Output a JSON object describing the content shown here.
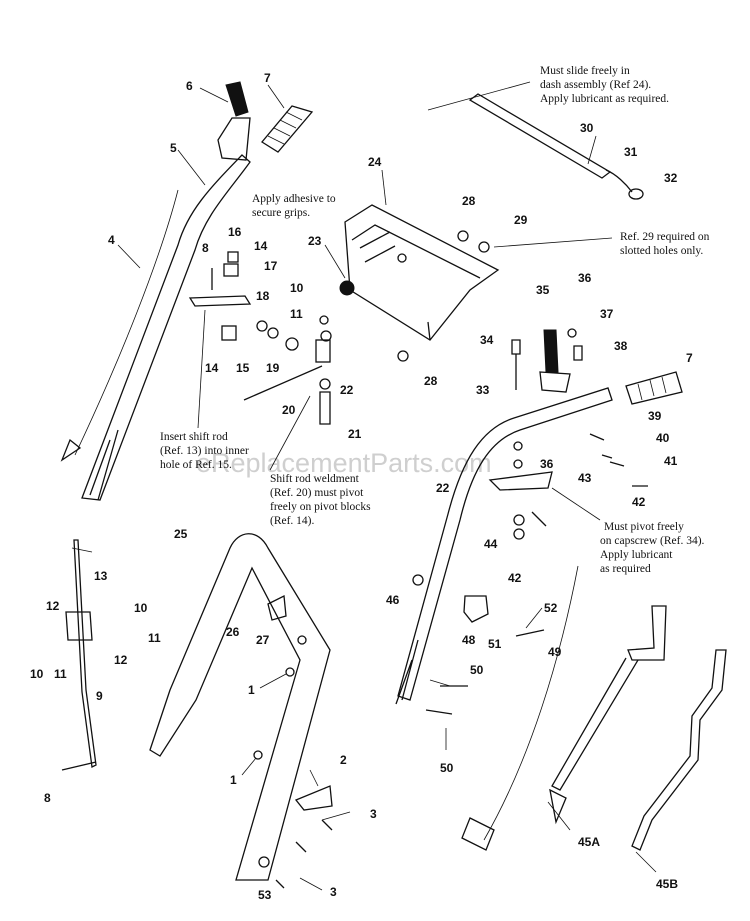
{
  "watermark": "eReplacementParts.com",
  "callouts": [
    {
      "id": "c6",
      "text": "6"
    },
    {
      "id": "c7a",
      "text": "7"
    },
    {
      "id": "c5",
      "text": "5"
    },
    {
      "id": "c4",
      "text": "4"
    },
    {
      "id": "c8a",
      "text": "8"
    },
    {
      "id": "c16",
      "text": "16"
    },
    {
      "id": "c14a",
      "text": "14"
    },
    {
      "id": "c17",
      "text": "17"
    },
    {
      "id": "c18",
      "text": "18"
    },
    {
      "id": "c14b",
      "text": "14"
    },
    {
      "id": "c15",
      "text": "15"
    },
    {
      "id": "c19",
      "text": "19"
    },
    {
      "id": "c10a",
      "text": "10"
    },
    {
      "id": "c11a",
      "text": "11"
    },
    {
      "id": "c22a",
      "text": "22"
    },
    {
      "id": "c20",
      "text": "20"
    },
    {
      "id": "c21",
      "text": "21"
    },
    {
      "id": "c24",
      "text": "24"
    },
    {
      "id": "c23",
      "text": "23"
    },
    {
      "id": "c28a",
      "text": "28"
    },
    {
      "id": "c29",
      "text": "29"
    },
    {
      "id": "c28b",
      "text": "28"
    },
    {
      "id": "c30",
      "text": "30"
    },
    {
      "id": "c31",
      "text": "31"
    },
    {
      "id": "c32",
      "text": "32"
    },
    {
      "id": "c36a",
      "text": "36"
    },
    {
      "id": "c35",
      "text": "35"
    },
    {
      "id": "c37",
      "text": "37"
    },
    {
      "id": "c34",
      "text": "34"
    },
    {
      "id": "c38",
      "text": "38"
    },
    {
      "id": "c7b",
      "text": "7"
    },
    {
      "id": "c33",
      "text": "33"
    },
    {
      "id": "c39",
      "text": "39"
    },
    {
      "id": "c40",
      "text": "40"
    },
    {
      "id": "c41",
      "text": "41"
    },
    {
      "id": "c36b",
      "text": "36"
    },
    {
      "id": "c43",
      "text": "43"
    },
    {
      "id": "c42a",
      "text": "42"
    },
    {
      "id": "c22b",
      "text": "22"
    },
    {
      "id": "c44",
      "text": "44"
    },
    {
      "id": "c42b",
      "text": "42"
    },
    {
      "id": "c25",
      "text": "25"
    },
    {
      "id": "c13",
      "text": "13"
    },
    {
      "id": "c12a",
      "text": "12"
    },
    {
      "id": "c10b",
      "text": "10"
    },
    {
      "id": "c11b",
      "text": "11"
    },
    {
      "id": "c12b",
      "text": "12"
    },
    {
      "id": "c10c",
      "text": "10"
    },
    {
      "id": "c11c",
      "text": "11"
    },
    {
      "id": "c9",
      "text": "9"
    },
    {
      "id": "c8b",
      "text": "8"
    },
    {
      "id": "c26",
      "text": "26"
    },
    {
      "id": "c27",
      "text": "27"
    },
    {
      "id": "c1a",
      "text": "1"
    },
    {
      "id": "c1b",
      "text": "1"
    },
    {
      "id": "c2",
      "text": "2"
    },
    {
      "id": "c3a",
      "text": "3"
    },
    {
      "id": "c3b",
      "text": "3"
    },
    {
      "id": "c53",
      "text": "53"
    },
    {
      "id": "c46",
      "text": "46"
    },
    {
      "id": "c48",
      "text": "48"
    },
    {
      "id": "c51",
      "text": "51"
    },
    {
      "id": "c52",
      "text": "52"
    },
    {
      "id": "c50a",
      "text": "50"
    },
    {
      "id": "c50b",
      "text": "50"
    },
    {
      "id": "c49",
      "text": "49"
    },
    {
      "id": "c45a",
      "text": "45A"
    },
    {
      "id": "c45b",
      "text": "45B"
    }
  ],
  "notes": {
    "slide": [
      "Must slide freely in",
      "dash assembly (Ref 24).",
      "Apply lubricant as required."
    ],
    "adhesive": [
      "Apply adhesive to",
      "secure grips."
    ],
    "ref29": [
      "Ref. 29 required on",
      "slotted holes only."
    ],
    "insert": [
      "Insert shift rod",
      "(Ref. 13) into inner",
      "hole of Ref. 15."
    ],
    "weldment": [
      "Shift rod weldment",
      "(Ref. 20) must pivot",
      "freely on pivot blocks",
      "(Ref. 14)."
    ],
    "pivot": [
      "Must pivot freely",
      "on capscrew (Ref. 34).",
      "Apply lubricant",
      "as required"
    ]
  }
}
